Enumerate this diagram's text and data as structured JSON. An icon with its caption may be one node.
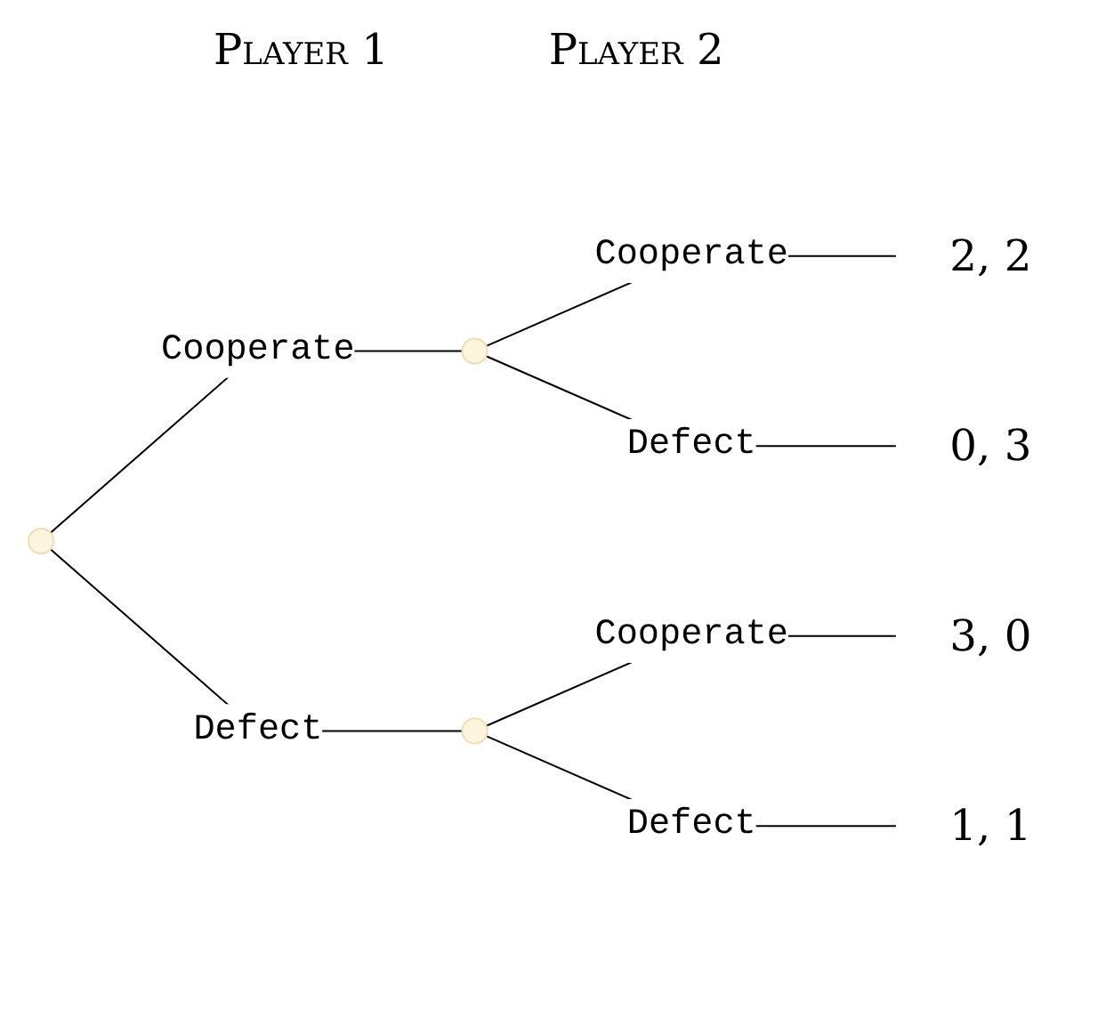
{
  "diagram": {
    "nodes": [
      {
        "text": [],
        "shape": "circle"
      },
      {
        "text": [],
        "shape": "circle"
      },
      {
        "text": [],
        "shape": "circle"
      },
      {
        "text": [
          "2, 2"
        ]
      },
      {
        "text": [
          "0, 3"
        ]
      },
      {
        "text": [
          "3, 0"
        ]
      },
      {
        "text": [
          "1, 1"
        ]
      }
    ],
    "edges": [
      {
        "from": 0,
        "to": 1,
        "arrow": "none",
        "label": "Cooperate"
      },
      {
        "from": 0,
        "to": 2,
        "arrow": "none",
        "label": "Defect"
      },
      {
        "from": 1,
        "to": 3,
        "arrow": "none",
        "label": "Cooperate"
      },
      {
        "from": 1,
        "to": 4,
        "arrow": "none",
        "label": "Defect"
      },
      {
        "from": 2,
        "to": 5,
        "arrow": "none",
        "label": "Cooperate"
      },
      {
        "from": 2,
        "to": 6,
        "arrow": "none",
        "label": "Defect"
      }
    ],
    "labels": [
      "Player 1",
      "Player 2"
    ]
  }
}
